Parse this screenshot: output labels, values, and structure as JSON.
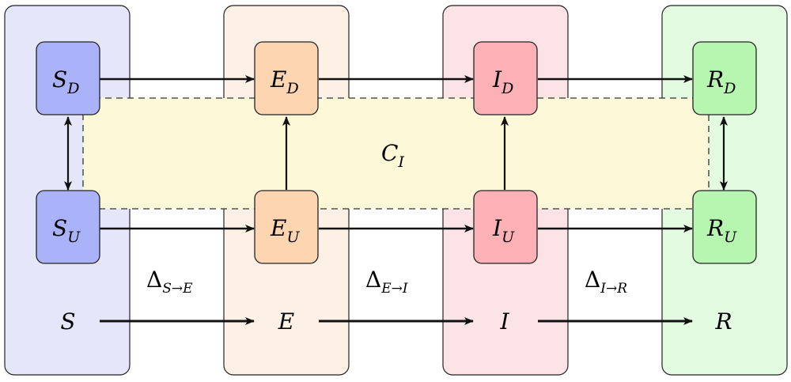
{
  "colors": {
    "col_s_fill": "#e6e6fa",
    "col_e_fill": "#fdf0e4",
    "col_i_fill": "#fce3e5",
    "col_r_fill": "#e3fbe1",
    "box_s": "#aab3fa",
    "box_e": "#fdd5b1",
    "box_i": "#fbb1b6",
    "box_r": "#b7f6b0",
    "contact_fill": "#fdf8d8",
    "stroke": "#111111"
  },
  "nodes": {
    "s_d": {
      "base": "S",
      "sub": "D"
    },
    "e_d": {
      "base": "E",
      "sub": "D"
    },
    "i_d": {
      "base": "I",
      "sub": "D"
    },
    "r_d": {
      "base": "R",
      "sub": "D"
    },
    "s_u": {
      "base": "S",
      "sub": "U"
    },
    "e_u": {
      "base": "E",
      "sub": "U"
    },
    "i_u": {
      "base": "I",
      "sub": "U"
    },
    "r_u": {
      "base": "R",
      "sub": "U"
    }
  },
  "contact": {
    "base": "C",
    "sub": "I"
  },
  "deltas": [
    {
      "base": "Δ",
      "sub": "S→E"
    },
    {
      "base": "Δ",
      "sub": "E→I"
    },
    {
      "base": "Δ",
      "sub": "I→R"
    }
  ],
  "bottom": {
    "s": "S",
    "e": "E",
    "i": "I",
    "r": "R"
  }
}
